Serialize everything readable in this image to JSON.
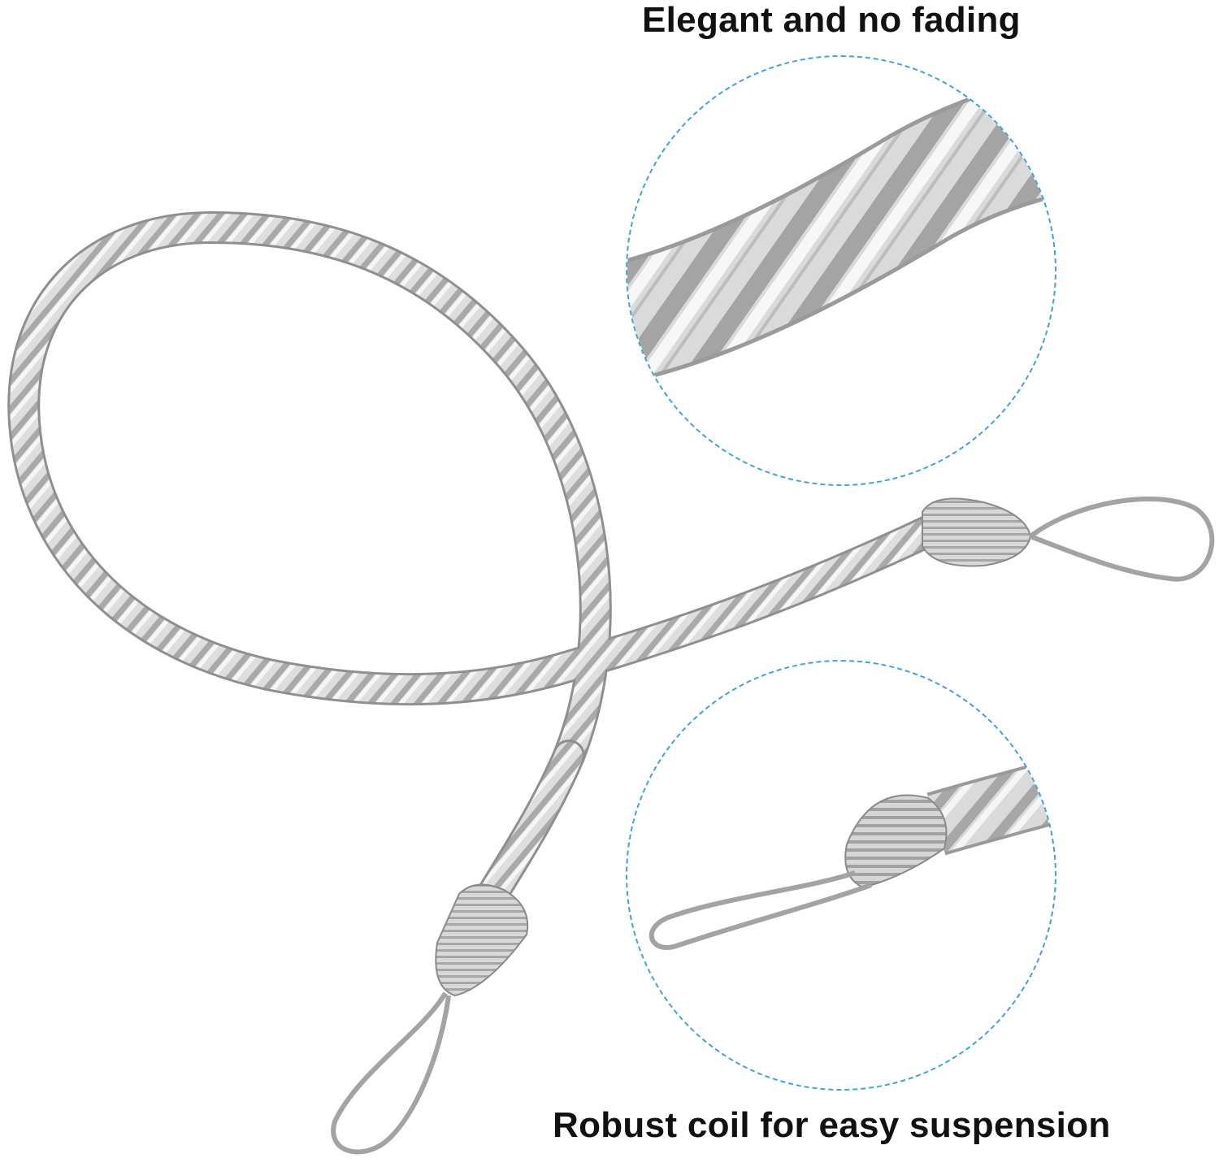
{
  "captions": {
    "top": "Elegant and no fading",
    "bottom": "Robust coil for easy suspension"
  },
  "colors": {
    "rope": "#dcdcdc",
    "rope_shadow": "#9d9d9d",
    "rope_highlight": "#f7f7f7",
    "circle_border": "#3fa3d8",
    "text": "#111111"
  },
  "images": {
    "main": "white-twisted-curtain-tieback-rope",
    "zoom_top": "twisted-rope-closeup",
    "zoom_bottom": "end-cap-and-loop-closeup"
  }
}
